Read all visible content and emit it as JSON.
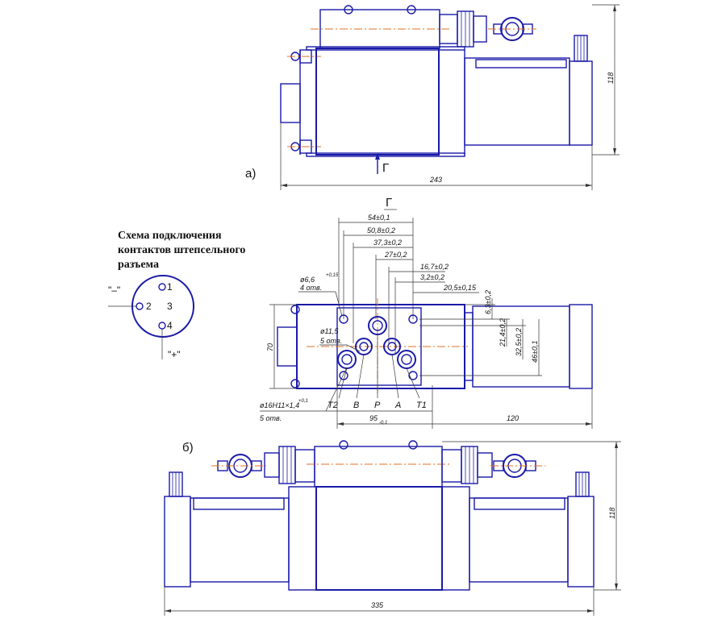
{
  "views": {
    "a_label": "а)",
    "b_label": "б)",
    "g_arrow_label": "Г",
    "g_view_label": "Г"
  },
  "connector_scheme": {
    "title_line1": "Схема подключения",
    "title_line2": "контактов штепсельного",
    "title_line3": "разъема",
    "minus": "\"–\"",
    "plus": "\"+\"",
    "pin1": "1",
    "pin2": "2",
    "pin3": "3",
    "pin4": "4"
  },
  "dimensions_a": {
    "height": "118",
    "length": "243"
  },
  "dimensions_g": {
    "d1": "54±0,1",
    "d2": "50,8±0,2",
    "d3": "37,3±0,2",
    "d4": "27±0,2",
    "d5": "16,7±0,2",
    "d6": "3,2±0,2",
    "d7": "20,5±0,15",
    "v1": "6,3±0,2",
    "v2": "21,4±0,2",
    "v3": "32,5±0,2",
    "v4": "46±0,1",
    "height": "70",
    "width": "95",
    "width_tol": "-0,1",
    "right": "120",
    "hole_small": "ø6,6",
    "hole_small_tol": "+0,15",
    "hole_small_count": "4 отв.",
    "hole_mid": "ø11,5",
    "hole_mid_count": "5 отв.",
    "hole_big": "ø16H11×1,4",
    "hole_big_tol": "+0,1",
    "hole_big_count": "5 отв."
  },
  "ports": {
    "t2": "T2",
    "b": "B",
    "p": "P",
    "a": "A",
    "t1": "T1"
  },
  "dimensions_b": {
    "height": "118",
    "length": "335"
  }
}
